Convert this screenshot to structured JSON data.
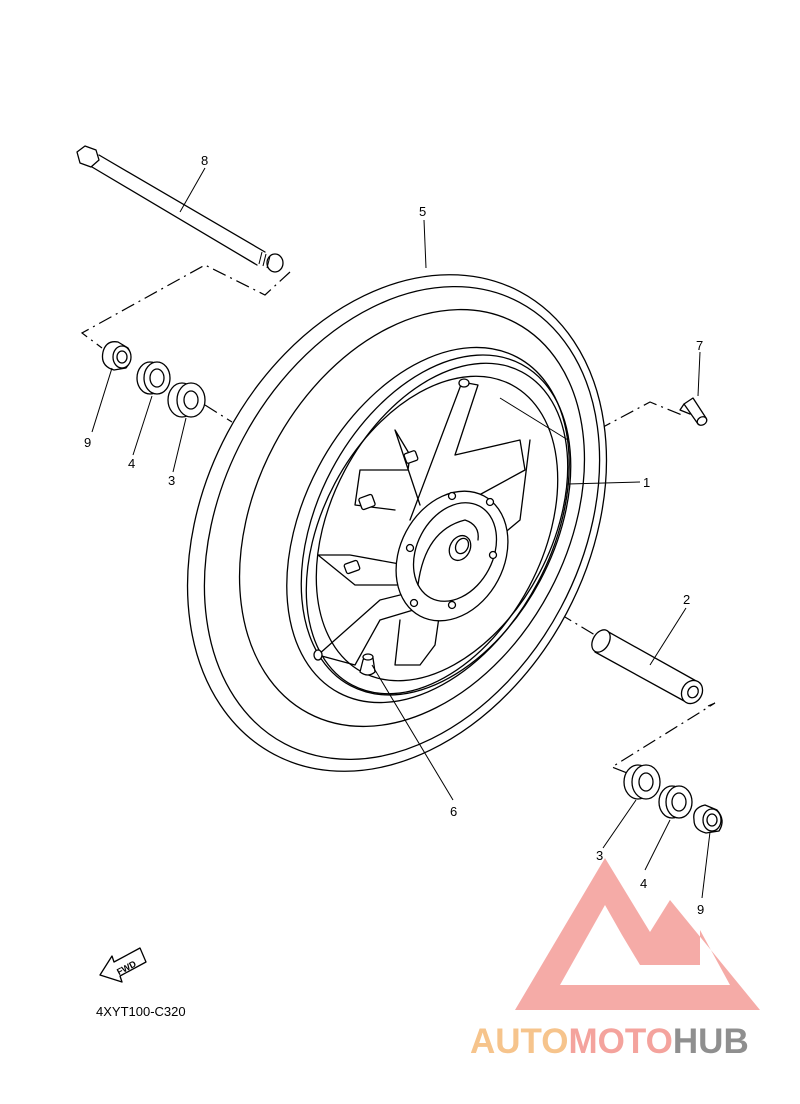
{
  "diagram": {
    "code": "4XYT100-C320",
    "fwd_label": "FWD",
    "callouts": [
      {
        "id": "c1",
        "label": "1"
      },
      {
        "id": "c2",
        "label": "2"
      },
      {
        "id": "c3a",
        "label": "3"
      },
      {
        "id": "c3b",
        "label": "3"
      },
      {
        "id": "c4a",
        "label": "4"
      },
      {
        "id": "c4b",
        "label": "4"
      },
      {
        "id": "c5",
        "label": "5"
      },
      {
        "id": "c6",
        "label": "6"
      },
      {
        "id": "c7",
        "label": "7"
      },
      {
        "id": "c8",
        "label": "8"
      },
      {
        "id": "c9a",
        "label": "9"
      },
      {
        "id": "c9b",
        "label": "9"
      }
    ]
  },
  "watermark": {
    "part1": "AUTO",
    "part2": "MOTO",
    "part3": "HUB",
    "color_auto": "#f6c48c",
    "color_moto": "#f4a39d",
    "color_hub": "#8f8f8f",
    "logo_color": "#f39c98"
  }
}
